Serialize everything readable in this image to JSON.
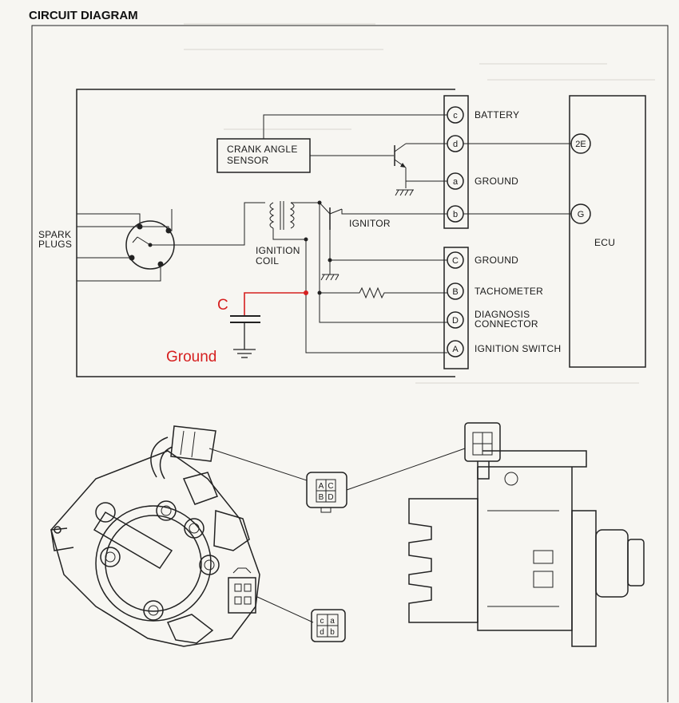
{
  "title": "CIRCUIT DIAGRAM",
  "labels": {
    "spark_plugs_line1": "SPARK",
    "spark_plugs_line2": "PLUGS",
    "crank_angle_line1": "CRANK ANGLE",
    "crank_angle_line2": "SENSOR",
    "ignition_coil_line1": "IGNITION",
    "ignition_coil_line2": "COIL",
    "ignitor": "IGNITOR",
    "ecu": "ECU"
  },
  "upper_connector": [
    {
      "pin": "c",
      "label": "BATTERY"
    },
    {
      "pin": "d",
      "label": ""
    },
    {
      "pin": "a",
      "label": "GROUND"
    },
    {
      "pin": "b",
      "label": ""
    }
  ],
  "lower_connector": [
    {
      "pin": "C",
      "label": "GROUND"
    },
    {
      "pin": "B",
      "label": "TACHOMETER"
    },
    {
      "pin": "D",
      "label_line1": "DIAGNOSIS",
      "label_line2": "CONNECTOR"
    },
    {
      "pin": "A",
      "label": "IGNITION SWITCH"
    }
  ],
  "ecu_pins": [
    "2E",
    "G"
  ],
  "annotations": {
    "capacitor": "C",
    "ground": "Ground",
    "color": "#d62020"
  },
  "connector_faces": {
    "upper": [
      "A",
      "C",
      "B",
      "D"
    ],
    "lower": [
      "c",
      "a",
      "d",
      "b"
    ]
  }
}
